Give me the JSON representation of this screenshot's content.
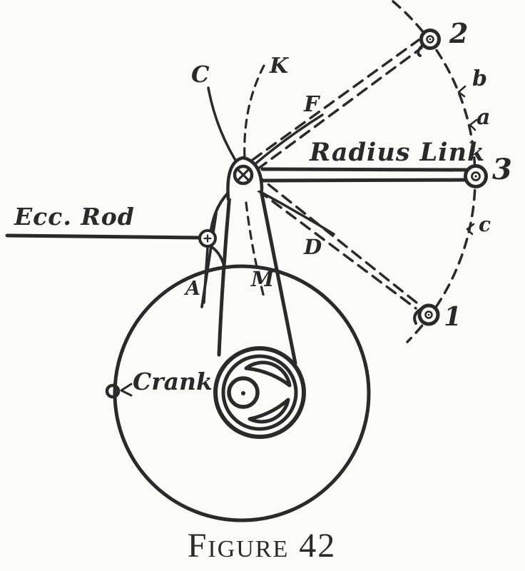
{
  "figure": {
    "caption_word": "Figure",
    "caption_number": "42"
  },
  "labels": {
    "ecc_rod": "Ecc. Rod",
    "radius_link": "Radius Link",
    "crank": "Crank",
    "C": "C",
    "K": "K",
    "F": "F",
    "D": "D",
    "M": "M",
    "A": "A",
    "b": "b",
    "a": "a",
    "c": "c",
    "p1": "1",
    "p2": "2",
    "p3": "3"
  },
  "colors": {
    "ink": "#2a2a2a",
    "paper": "#fcfbf8"
  }
}
